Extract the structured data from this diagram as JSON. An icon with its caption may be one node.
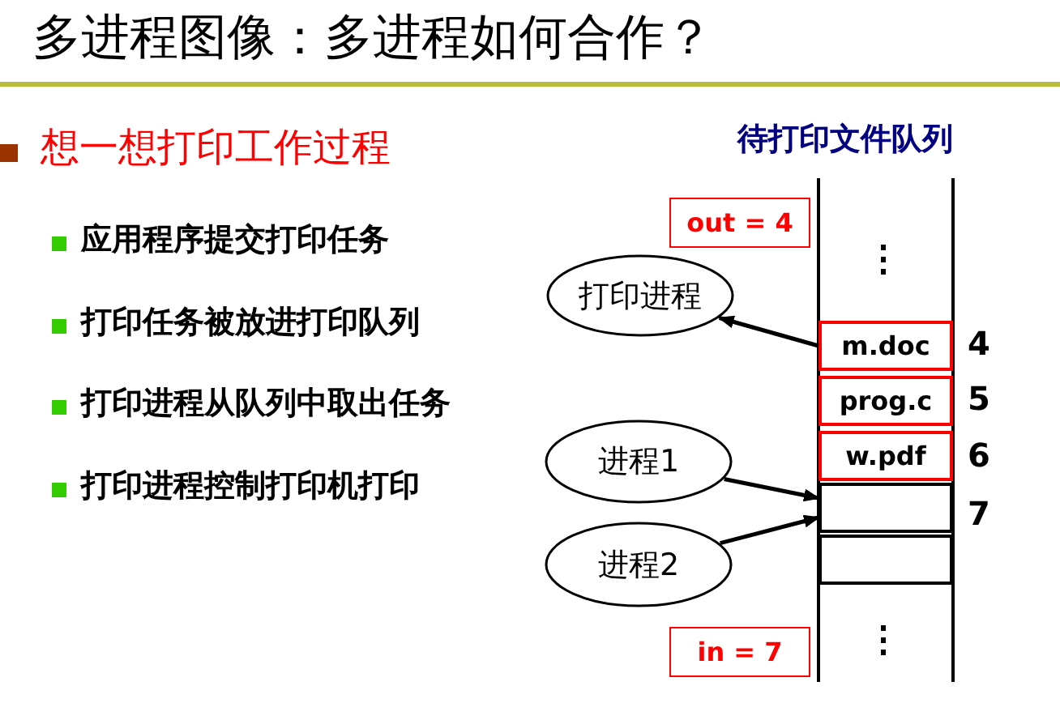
{
  "diagram": {
    "title": "多进程图像：多进程如何合作？",
    "nodes": [
      {
        "text": [
          "打印进程"
        ]
      },
      {
        "text": [
          "进程1"
        ]
      },
      {
        "text": [
          "进程2"
        ]
      },
      {
        "text": [
          "m.doc"
        ],
        "beside": [
          "4"
        ]
      },
      {
        "text": [
          "prog.c"
        ],
        "beside": [
          "5"
        ]
      },
      {
        "text": [
          "w.pdf"
        ],
        "beside": [
          "6"
        ]
      },
      {
        "text": [],
        "shape": "box",
        "beside": [
          "7"
        ]
      },
      {
        "text": [],
        "shape": "box"
      },
      {
        "text": [
          "out = 4"
        ]
      },
      {
        "text": [
          "in = 7"
        ]
      }
    ],
    "edges": [
      {
        "from": 3,
        "to": 0,
        "arrow": "to"
      },
      {
        "from": 1,
        "to": 6,
        "arrow": "to"
      },
      {
        "from": 2,
        "to": 6,
        "arrow": "to"
      }
    ],
    "labels": [
      "想一想打印工作过程",
      "应用程序提交打印任务",
      "打印任务被放进打印队列",
      "打印进程从队列中取出任务",
      "打印进程控制打印机打印",
      "待打印文件队列"
    ]
  }
}
